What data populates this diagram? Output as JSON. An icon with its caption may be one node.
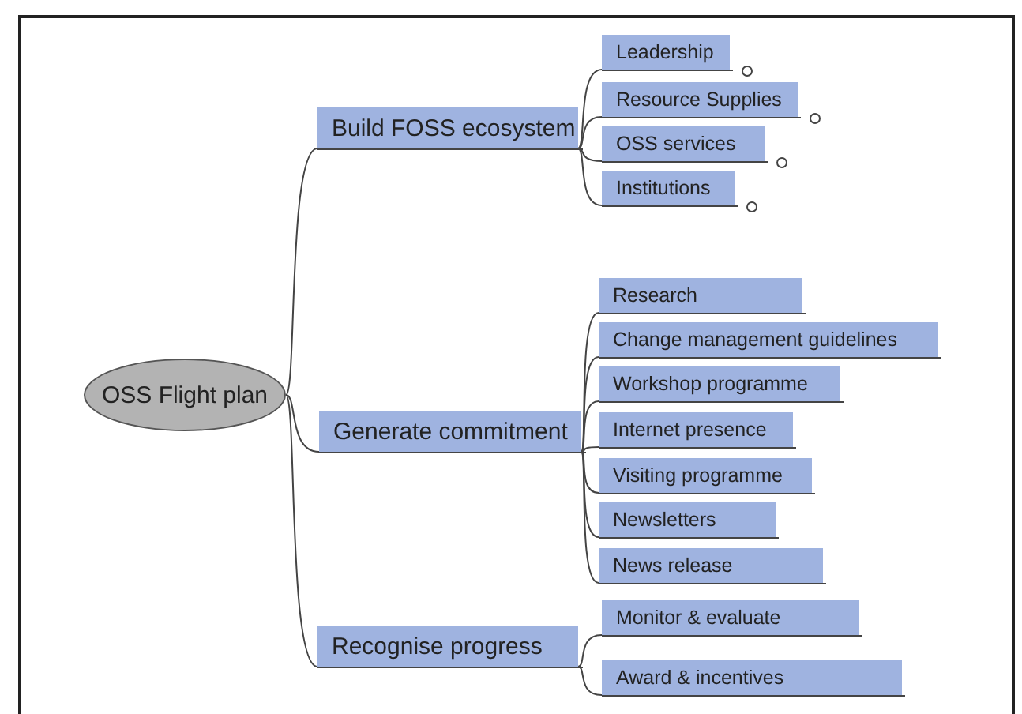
{
  "diagram": {
    "nodes": [
      {
        "text": [
          "OSS Flight plan"
        ]
      },
      {
        "text": [
          "Build FOSS  ecosystem"
        ]
      },
      {
        "text": [
          "Leadership"
        ]
      },
      {
        "text": [
          "Resource Supplies"
        ]
      },
      {
        "text": [
          "OSS services"
        ]
      },
      {
        "text": [
          "Institutions"
        ]
      },
      {
        "text": [
          "Generate commitment"
        ]
      },
      {
        "text": [
          "Research"
        ]
      },
      {
        "text": [
          "Change management guidelines"
        ]
      },
      {
        "text": [
          "Workshop programme"
        ]
      },
      {
        "text": [
          "Internet presence"
        ]
      },
      {
        "text": [
          "Visiting programme"
        ]
      },
      {
        "text": [
          "Newsletters"
        ]
      },
      {
        "text": [
          "News release"
        ]
      },
      {
        "text": [
          "Recognise progress"
        ]
      },
      {
        "text": [
          "Monitor & evaluate"
        ]
      },
      {
        "text": [
          "Award & incentives"
        ]
      }
    ],
    "edges": [
      {
        "from": 0,
        "to": 1,
        "arrow": "none"
      },
      {
        "from": 0,
        "to": 6,
        "arrow": "none"
      },
      {
        "from": 0,
        "to": 14,
        "arrow": "none"
      },
      {
        "from": 1,
        "to": 2,
        "arrow": "none"
      },
      {
        "from": 1,
        "to": 3,
        "arrow": "none"
      },
      {
        "from": 1,
        "to": 4,
        "arrow": "none"
      },
      {
        "from": 1,
        "to": 5,
        "arrow": "none"
      },
      {
        "from": 6,
        "to": 7,
        "arrow": "none"
      },
      {
        "from": 6,
        "to": 8,
        "arrow": "none"
      },
      {
        "from": 6,
        "to": 9,
        "arrow": "none"
      },
      {
        "from": 6,
        "to": 10,
        "arrow": "none"
      },
      {
        "from": 6,
        "to": 11,
        "arrow": "none"
      },
      {
        "from": 6,
        "to": 12,
        "arrow": "none"
      },
      {
        "from": 6,
        "to": 13,
        "arrow": "none"
      },
      {
        "from": 14,
        "to": 15,
        "arrow": "none"
      },
      {
        "from": 14,
        "to": 16,
        "arrow": "none"
      }
    ]
  }
}
